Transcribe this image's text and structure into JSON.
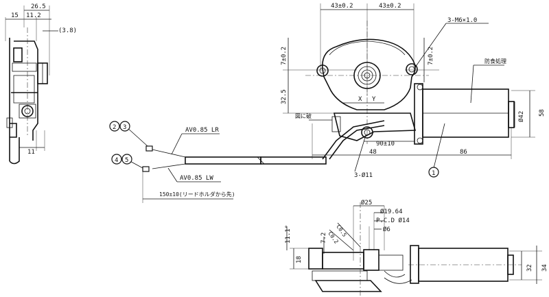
{
  "dims": {
    "d265": "26.5",
    "d15": "15",
    "d11_2": "11.2",
    "d38": "(3.8)",
    "d11": "11",
    "d43a": "43±0.2",
    "d43b": "43±0.2",
    "m6": "3-M6×1.0",
    "d7a": "7±0.2",
    "d7b": "7±0.2",
    "d325": "32.5",
    "d42": "Ø42",
    "d58": "58",
    "d90": "90±10",
    "d48": "48",
    "d86": "86",
    "d11hole": "3-Ø11",
    "d150": "150±10(リードホルダから先)",
    "d25": "Ø25",
    "d1964": "Ø19.64",
    "pcd": "P.C.D Ø14",
    "d6": "Ø6",
    "c05a": "C0.5",
    "c05b": "C0.2",
    "d11deg": "11.1°",
    "d72": "7.2",
    "d18": "18",
    "d32": "32",
    "d34": "34"
  },
  "labels": {
    "av_lr": "AV0.85 LR",
    "av_lw": "AV0.85 LW",
    "bousui": "防食処理",
    "kiritsu": "図に破",
    "x": "X",
    "y": "Y"
  },
  "balloons": {
    "b1": "1",
    "b2": "2",
    "b3": "3",
    "b4": "4",
    "b5": "5"
  }
}
